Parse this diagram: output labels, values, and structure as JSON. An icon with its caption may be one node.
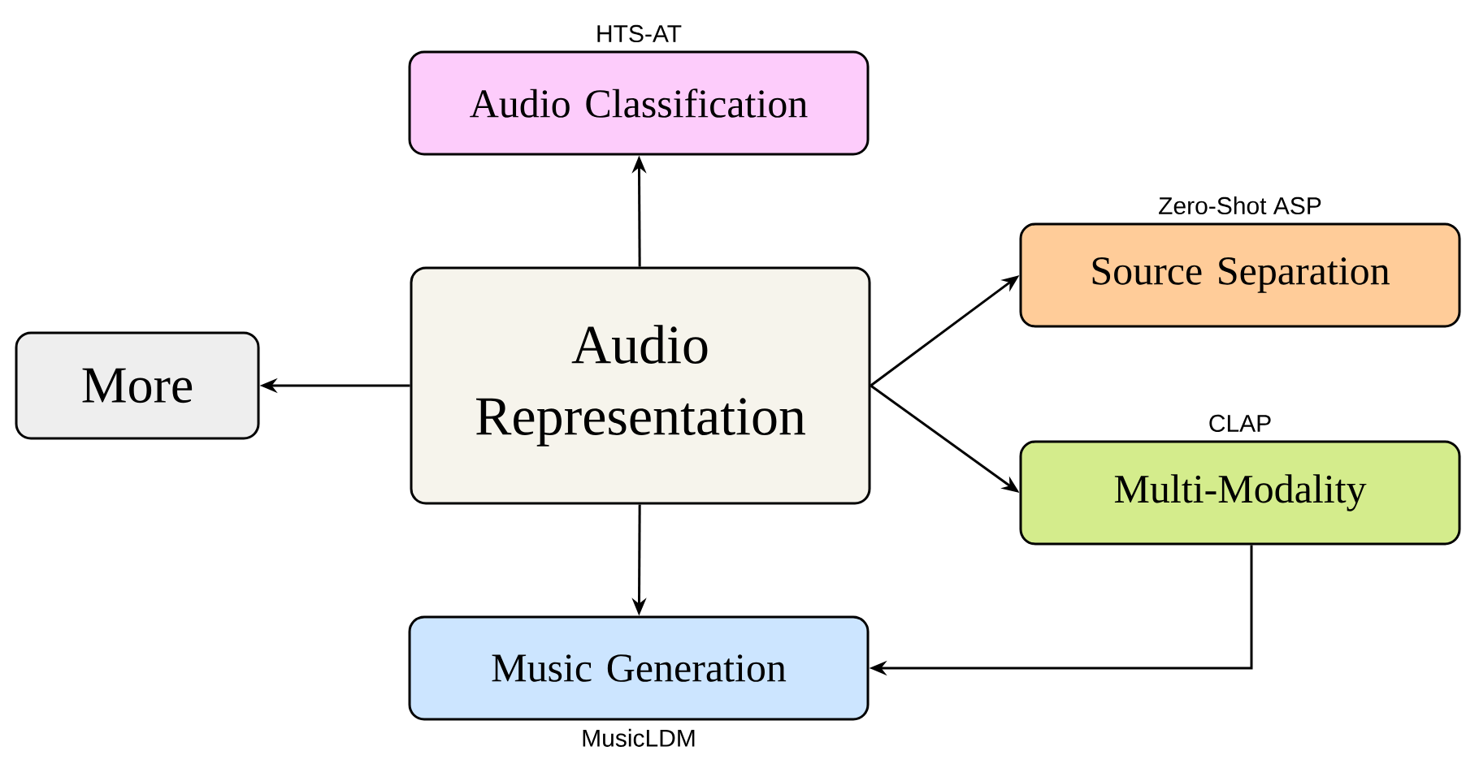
{
  "diagram": {
    "nodes": [
      {
        "text": [
          "Audio Representation"
        ]
      },
      {
        "text": [
          "Audio Classification"
        ],
        "beside": [
          "HTS-AT"
        ]
      },
      {
        "text": [
          "Source Separation"
        ],
        "beside": [
          "Zero-Shot ASP"
        ]
      },
      {
        "text": [
          "Multi-Modality"
        ],
        "beside": [
          "CLAP"
        ]
      },
      {
        "text": [
          "Music Generation"
        ],
        "beside": [
          "MusicLDM"
        ]
      },
      {
        "text": [
          "More"
        ]
      }
    ],
    "edges": [
      {
        "from": 0,
        "to": 1,
        "arrow": "to"
      },
      {
        "from": 0,
        "to": 2,
        "arrow": "to"
      },
      {
        "from": 0,
        "to": 3,
        "arrow": "to"
      },
      {
        "from": 0,
        "to": 5,
        "arrow": "to"
      },
      {
        "from": 0,
        "to": 4,
        "arrow": "to"
      },
      {
        "from": 3,
        "to": 4,
        "arrow": "to"
      }
    ]
  }
}
